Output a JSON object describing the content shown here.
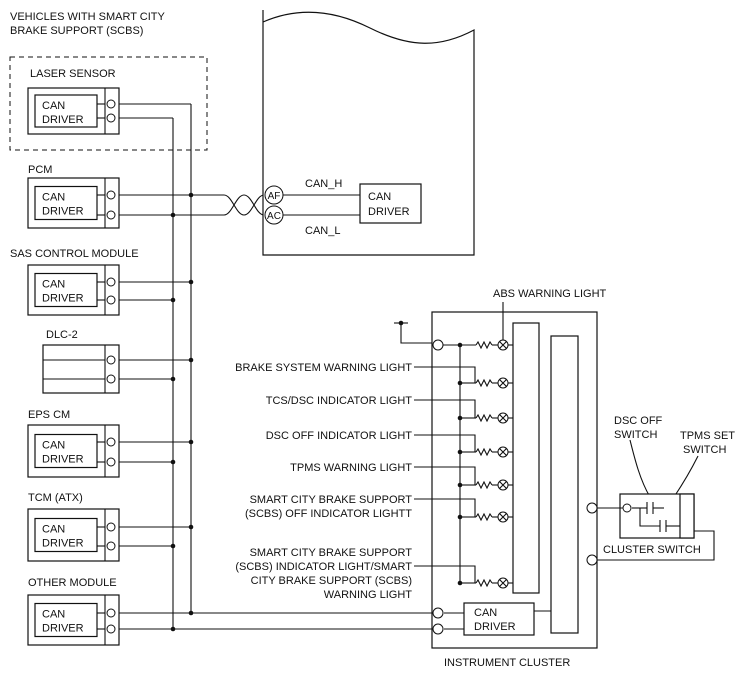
{
  "scbs_group_label": [
    "VEHICLES WITH SMART CITY",
    "BRAKE SUPPORT (SCBS)"
  ],
  "modules": [
    {
      "key": "laser",
      "title": "LASER SENSOR",
      "driver": [
        "CAN",
        "DRIVER"
      ]
    },
    {
      "key": "pcm",
      "title": "PCM",
      "driver": [
        "CAN",
        "DRIVER"
      ]
    },
    {
      "key": "sas",
      "title": "SAS CONTROL MODULE",
      "driver": [
        "CAN",
        "DRIVER"
      ]
    },
    {
      "key": "dlc",
      "title": "DLC-2",
      "driver": null
    },
    {
      "key": "eps",
      "title": "EPS CM",
      "driver": [
        "CAN",
        "DRIVER"
      ]
    },
    {
      "key": "tcm",
      "title": "TCM (ATX)",
      "driver": [
        "CAN",
        "DRIVER"
      ]
    },
    {
      "key": "other",
      "title": "OTHER MODULE",
      "driver": [
        "CAN",
        "DRIVER"
      ]
    }
  ],
  "main_module": {
    "terminal_high": "AF",
    "terminal_low": "AC",
    "can_high": "CAN_H",
    "can_low": "CAN_L",
    "driver": [
      "CAN",
      "DRIVER"
    ]
  },
  "cluster": {
    "title": "INSTRUMENT CLUSTER",
    "driver": [
      "CAN",
      "DRIVER"
    ],
    "abs_label": "ABS WARNING LIGHT",
    "indicators": [
      [
        "BRAKE SYSTEM WARNING LIGHT"
      ],
      [
        "TCS/DSC INDICATOR LIGHT"
      ],
      [
        "DSC OFF INDICATOR LIGHT"
      ],
      [
        "TPMS WARNING LIGHT"
      ],
      [
        "SMART CITY BRAKE SUPPORT",
        "(SCBS) OFF INDICATOR LIGHTT"
      ],
      [
        "SMART CITY BRAKE SUPPORT",
        "(SCBS) INDICATOR LIGHT/SMART",
        "CITY BRAKE SUPPORT (SCBS)",
        "WARNING LIGHT"
      ]
    ]
  },
  "cluster_switch": {
    "title": "CLUSTER SWITCH",
    "dsc_off": [
      "DSC OFF",
      "SWITCH"
    ],
    "tpms_set": [
      "TPMS SET",
      "SWITCH"
    ]
  }
}
